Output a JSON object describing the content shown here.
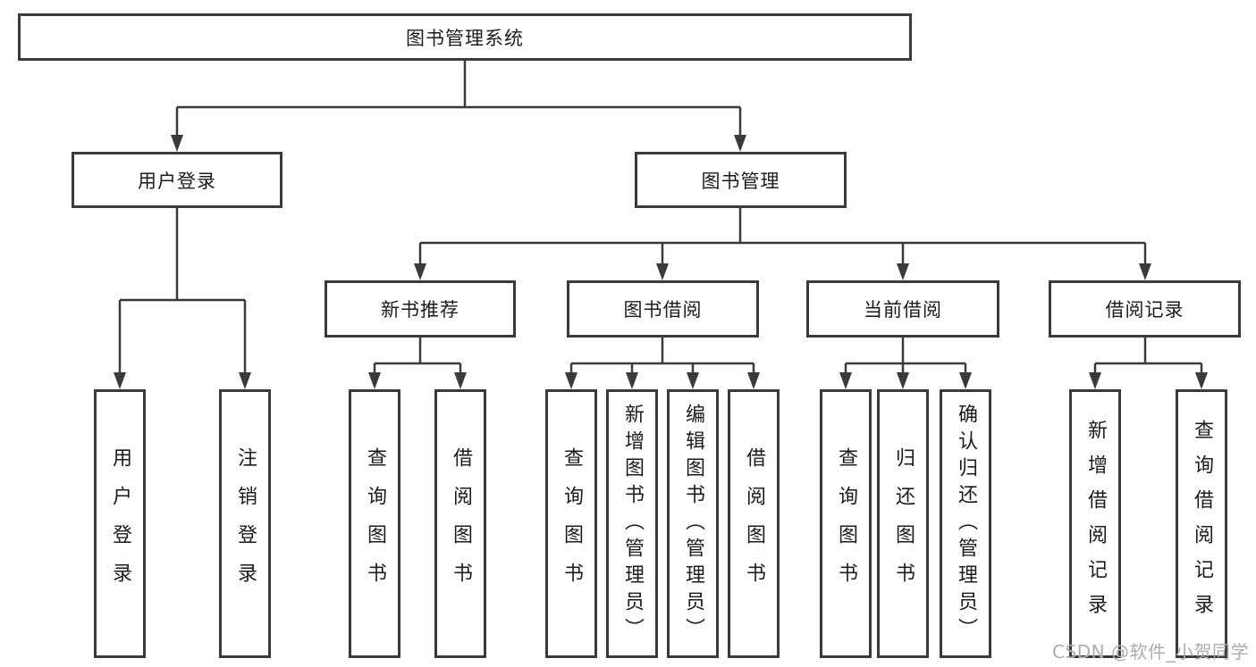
{
  "nodes": {
    "root": {
      "label": "图书管理系统"
    },
    "level2": [
      {
        "label": "用户登录"
      },
      {
        "label": "图书管理"
      }
    ],
    "level3": [
      {
        "label": "新书推荐"
      },
      {
        "label": "图书借阅"
      },
      {
        "label": "当前借阅"
      },
      {
        "label": "借阅记录"
      }
    ],
    "leaves": [
      {
        "label": "用户登录",
        "parent": "用户登录"
      },
      {
        "label": "注销登录",
        "parent": "用户登录"
      },
      {
        "label": "查询图书",
        "parent": "新书推荐"
      },
      {
        "label": "借阅图书",
        "parent": "新书推荐"
      },
      {
        "label": "查询图书",
        "parent": "图书借阅"
      },
      {
        "label": "新增图书（管理员）",
        "parent": "图书借阅"
      },
      {
        "label": "编辑图书（管理员）",
        "parent": "图书借阅"
      },
      {
        "label": "借阅图书",
        "parent": "图书借阅"
      },
      {
        "label": "查询图书",
        "parent": "当前借阅"
      },
      {
        "label": "归还图书",
        "parent": "当前借阅"
      },
      {
        "label": "确认归还（管理员）",
        "parent": "当前借阅"
      },
      {
        "label": "新增借阅记录",
        "parent": "借阅记录"
      },
      {
        "label": "查询借阅记录",
        "parent": "借阅记录"
      }
    ]
  },
  "watermark": {
    "text": "CSDN @软件_小贺同学"
  },
  "colors": {
    "line": "#3a3a3a",
    "box_border": "#3a3a3a",
    "text": "#1c1c1c",
    "background": "#ffffff",
    "watermark": "#aaaeb2"
  }
}
